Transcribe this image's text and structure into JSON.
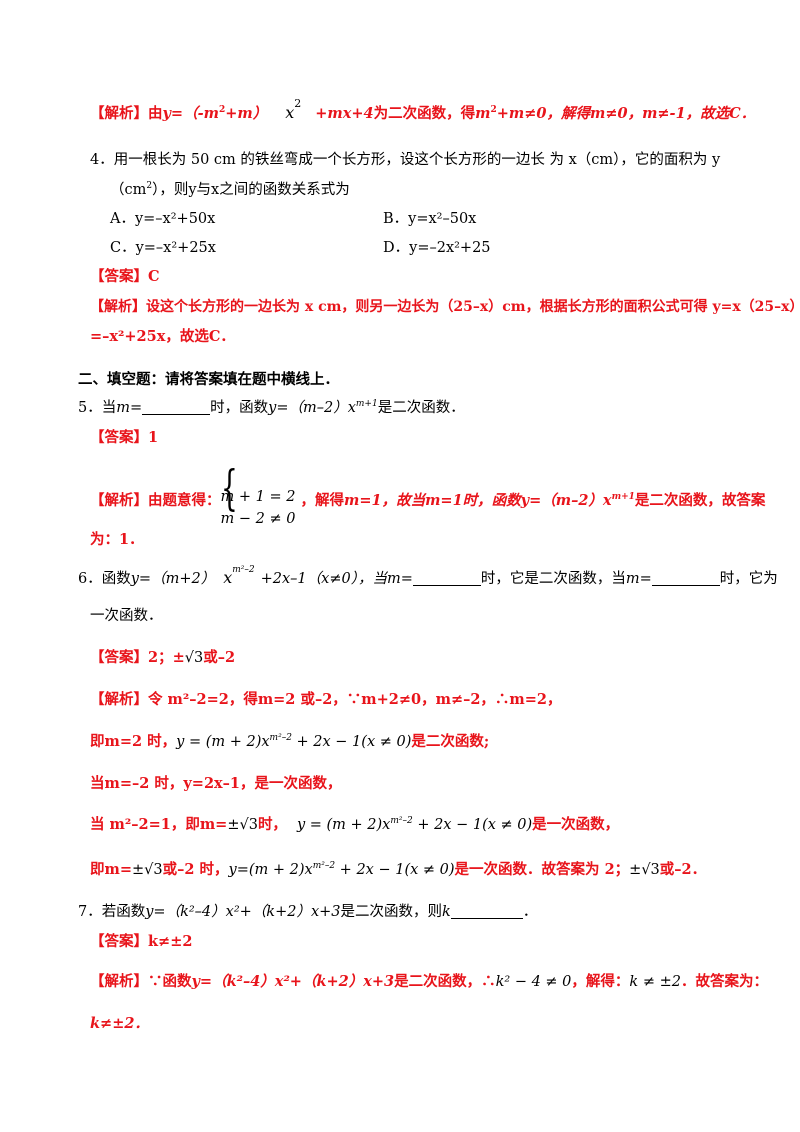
{
  "q3_solution": {
    "tag": "【解析】",
    "t1": "由",
    "t2": "y=（",
    "t3": "-m",
    "t4": "2",
    "t5": "+m）",
    "t6": "x",
    "t7": "2",
    "t8": "+mx+4",
    "t9": "为二次函数，得",
    "t10": "m",
    "t11": "2",
    "t12": "+m≠0，解得",
    "t13": "m≠0，m≠-1，故选C．"
  },
  "q4": {
    "num": "4．",
    "stem1": "用一根长为 50 cm 的铁丝弯成一个长方形，设这个长方形的一边长 为 x（cm），它的面积为 y",
    "stem2a": "（cm",
    "stem2b": "2",
    "stem2c": "），则y与x之间的函数关系式为",
    "optA": "A．y=–x²+50x",
    "optB": "B．y=x²–50x",
    "optC": "C．y=–x²+25x",
    "optD": "D．y=–2x²+25",
    "answer": "【答案】C",
    "sol1": "【解析】设这个长方形的一边长为 x cm，则另一边长为（25–x）cm，根据长方形的面积公式可得 y=x（25–x）",
    "sol2": "=–x²+25x，故选C．"
  },
  "section2": {
    "title": "二、填空题：请将答案填在题中横线上．"
  },
  "q5": {
    "num": "5．",
    "t1": "当",
    "t2": "m=",
    "t3": "时，函数",
    "t4": "y=（m–2）x",
    "t5": "m+1",
    "t6": "是二次函数．",
    "answer": "【答案】1",
    "sol_tag": "【解析】由题意得：",
    "sys1": "m + 1 = 2",
    "sys2": "m − 2 ≠ 0",
    "sol_a": "，解得",
    "sol_b": "m=1，故当m=1时，函数y=（m–2）x",
    "sol_c": "m+1",
    "sol_d": "是二次函数，故答案",
    "sol_e": "为：1．"
  },
  "q6": {
    "num": "6．",
    "t1": "函数",
    "t2": "y=（m+2）",
    "t3": "x",
    "t4": "m²–2",
    "t5": "+2x–1（x≠0），当",
    "t6": "m=",
    "t7": "时，它是二次函数，当",
    "t8": "m=",
    "t9": "时，它为",
    "t10": "一次函数．",
    "answer1": "【答案】2；±",
    "answer2": "√3",
    "answer3": "或–2",
    "s1": "【解析】令 m²–2=2，得m=2 或–2，∵m+2≠0，m≠–2，∴m=2，",
    "s2a": "即m=2 时，",
    "s2b": "y = (m + 2)x",
    "s2c": "m²–2",
    "s2d": " + 2x − 1(x ≠ 0)",
    "s2e": "是二次函数;",
    "s3": "当m=–2 时，y=2x–1，是一次函数，",
    "s4a": "当 m²–2=1，即m=",
    "s4b": "±√3",
    "s4c": "时，",
    "s4d": "y = (m + 2)x",
    "s4e": "m²–2",
    "s4f": " + 2x − 1(x ≠ 0)",
    "s4g": "是一次函数，",
    "s5a": "即m=",
    "s5b": "±√3",
    "s5c": "或–2 时，",
    "s5d": "y=(m + 2)x",
    "s5e": "m²–2",
    "s5f": " + 2x − 1(x ≠ 0)",
    "s5g": "是一次函数．故答案为 2；",
    "s5h": "±√3",
    "s5i": "或–2．"
  },
  "q7": {
    "num": "7．",
    "t1": "若函数",
    "t2": "y=（k²–4）x²+（k+2）x+3",
    "t3": "是二次函数，则",
    "t4": "k",
    "answer": "【答案】k≠±2",
    "s1a": "【解析】∵函数",
    "s1b": "y=（k²–4）x²+（k+2）x+3",
    "s1c": "是二次函数，∴",
    "s1d": "k² − 4 ≠ 0",
    "s1e": "，解得：",
    "s1f": "k ≠ ±2",
    "s1g": "．故答案为：",
    "s2": "k≠±2．"
  }
}
